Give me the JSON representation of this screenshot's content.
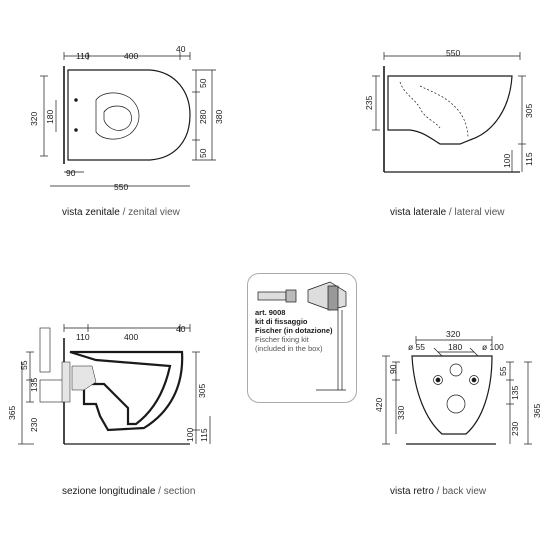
{
  "views": {
    "zenital": {
      "caption_it": "vista zenitale",
      "caption_en": "zenital view",
      "dims": {
        "top_left": "110",
        "top_mid": "400",
        "top_right": "40",
        "bottom_left": "90",
        "bottom_total": "550",
        "left_outer": "320",
        "left_inner": "180",
        "right_a": "50",
        "right_b": "280",
        "right_c": "50",
        "right_total": "380"
      }
    },
    "lateral": {
      "caption_it": "vista laterale",
      "caption_en": "lateral view",
      "dims": {
        "width": "550",
        "left_height": "235",
        "right_height": "305",
        "bottom_a": "100",
        "bottom_b": "115"
      }
    },
    "section": {
      "caption_it": "sezione longitudinale",
      "caption_en": "section",
      "dims": {
        "top_left": "110",
        "top_mid": "400",
        "top_right": "40",
        "left_a": "55",
        "left_b": "135",
        "left_total": "365",
        "left_c": "230",
        "right_main": "305",
        "right_a": "100",
        "right_b": "115"
      }
    },
    "back": {
      "caption_it": "vista retro",
      "caption_en": "back view",
      "dims": {
        "top_width": "320",
        "hole_left": "ø 55",
        "center": "180",
        "hole_right": "ø 100",
        "left_a": "90",
        "left_total": "420",
        "left_b": "330",
        "right_a": "55",
        "right_b": "135",
        "right_total": "365",
        "right_c": "230"
      }
    }
  },
  "kit": {
    "art": "art. 9008",
    "line1": "kit di fissaggio",
    "line2": "Fischer",
    "line2_note": "(in dotazione)",
    "en1": "Fischer fixing kit",
    "en2": "(included in the box)"
  }
}
